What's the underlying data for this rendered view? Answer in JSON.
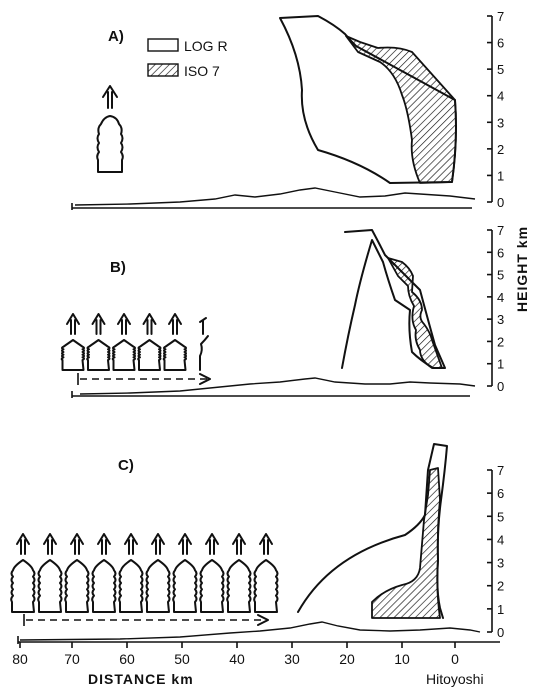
{
  "panels": [
    {
      "label": "A)"
    },
    {
      "label": "B)"
    },
    {
      "label": "C)"
    }
  ],
  "legend": [
    {
      "label": "LOG R",
      "style": "outline"
    },
    {
      "label": "ISO 7",
      "style": "hatched"
    }
  ],
  "height_axis": {
    "title": "HEIGHT km",
    "ticks": [
      "0",
      "1",
      "2",
      "3",
      "4",
      "5",
      "6",
      "7"
    ]
  },
  "distance_axis": {
    "title": "DISTANCE km",
    "ticks": [
      "80",
      "70",
      "60",
      "50",
      "40",
      "30",
      "20",
      "10",
      "0"
    ],
    "endpoint_label": "Hitoyoshi"
  },
  "convective_cells": {
    "A": 1,
    "B": 6,
    "C": 10
  }
}
